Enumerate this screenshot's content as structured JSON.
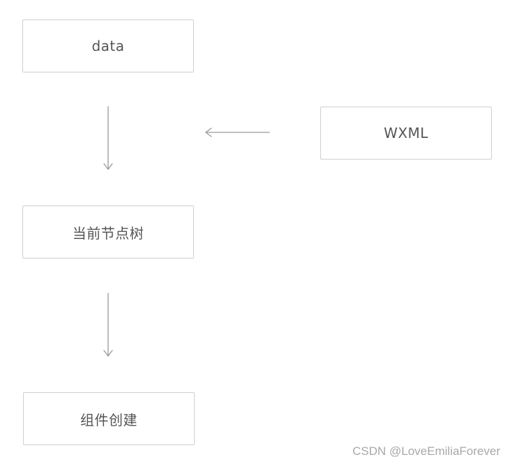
{
  "diagram": {
    "nodes": {
      "data": "data",
      "wxml": "WXML",
      "tree": "当前节点树",
      "create": "组件创建"
    },
    "edges": [
      {
        "from": "data",
        "to": "当前节点树"
      },
      {
        "from": "WXML",
        "to": "当前节点树"
      },
      {
        "from": "当前节点树",
        "to": "组件创建"
      }
    ]
  },
  "watermark": "CSDN @LoveEmiliaForever"
}
